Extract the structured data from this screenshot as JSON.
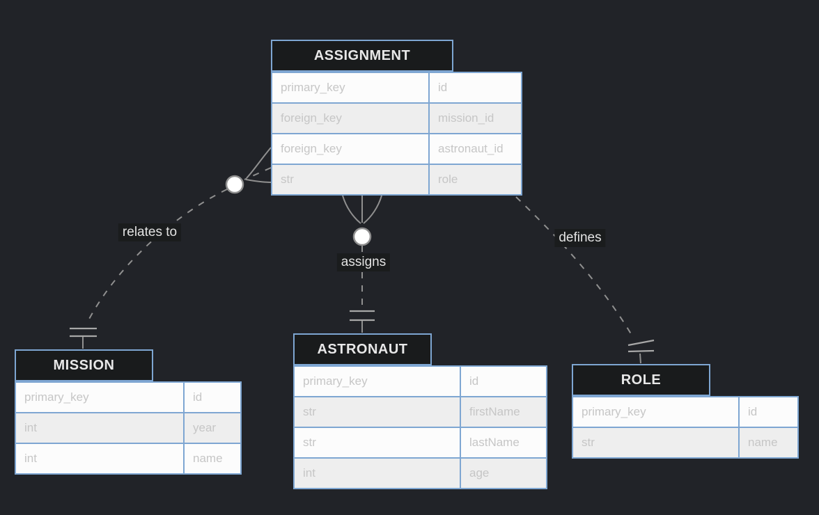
{
  "diagram_type": "entity-relationship-diagram",
  "colors": {
    "bg": "#212328",
    "accent": "#7ea6d2",
    "header-bg": "#191b1c",
    "row-white": "#fcfcfc",
    "row-gray": "#eeeeee",
    "attr-text": "#c6c6c6",
    "title-text": "#e8e8e8",
    "edge": "#909090",
    "label-bg": "#1a1c1d",
    "label-text": "#e3e3e3"
  },
  "entities": [
    {
      "name": "ASSIGNMENT",
      "attributes": [
        {
          "type": "primary_key",
          "name": "id"
        },
        {
          "type": "foreign_key",
          "name": "mission_id"
        },
        {
          "type": "foreign_key",
          "name": "astronaut_id"
        },
        {
          "type": "str",
          "name": "role"
        }
      ]
    },
    {
      "name": "MISSION",
      "attributes": [
        {
          "type": "primary_key",
          "name": "id"
        },
        {
          "type": "int",
          "name": "year"
        },
        {
          "type": "int",
          "name": "name"
        }
      ]
    },
    {
      "name": "ASTRONAUT",
      "attributes": [
        {
          "type": "primary_key",
          "name": "id"
        },
        {
          "type": "str",
          "name": "firstName"
        },
        {
          "type": "str",
          "name": "lastName"
        },
        {
          "type": "int",
          "name": "age"
        }
      ]
    },
    {
      "name": "ROLE",
      "attributes": [
        {
          "type": "primary_key",
          "name": "id"
        },
        {
          "type": "str",
          "name": "name"
        }
      ]
    }
  ],
  "relationships": [
    {
      "label": "relates to",
      "from": "ASSIGNMENT",
      "to": "MISSION",
      "from_cardinality": "zero-or-many",
      "to_cardinality": "exactly-one",
      "line_style": "dashed"
    },
    {
      "label": "assigns",
      "from": "ASSIGNMENT",
      "to": "ASTRONAUT",
      "from_cardinality": "zero-or-many",
      "to_cardinality": "exactly-one",
      "line_style": "dashed"
    },
    {
      "label": "defines",
      "from": "ASSIGNMENT",
      "to": "ROLE",
      "from_cardinality": "unmarked",
      "to_cardinality": "exactly-one",
      "line_style": "dashed"
    }
  ]
}
